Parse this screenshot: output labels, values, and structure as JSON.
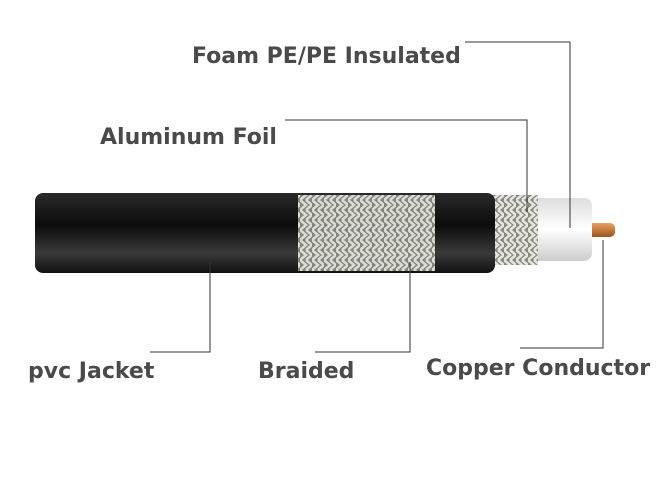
{
  "labels": {
    "foam": "Foam PE/PE Insulated",
    "foil": "Aluminum Foil",
    "jacket": "pvc Jacket",
    "braided": "Braided",
    "conductor": "Copper Conductor"
  },
  "colors": {
    "jacket": "#161616",
    "braid": "#b8b8b0",
    "insulation": "#f2f2f2",
    "copper": "#c8782e",
    "text": "#4a4a4a"
  }
}
